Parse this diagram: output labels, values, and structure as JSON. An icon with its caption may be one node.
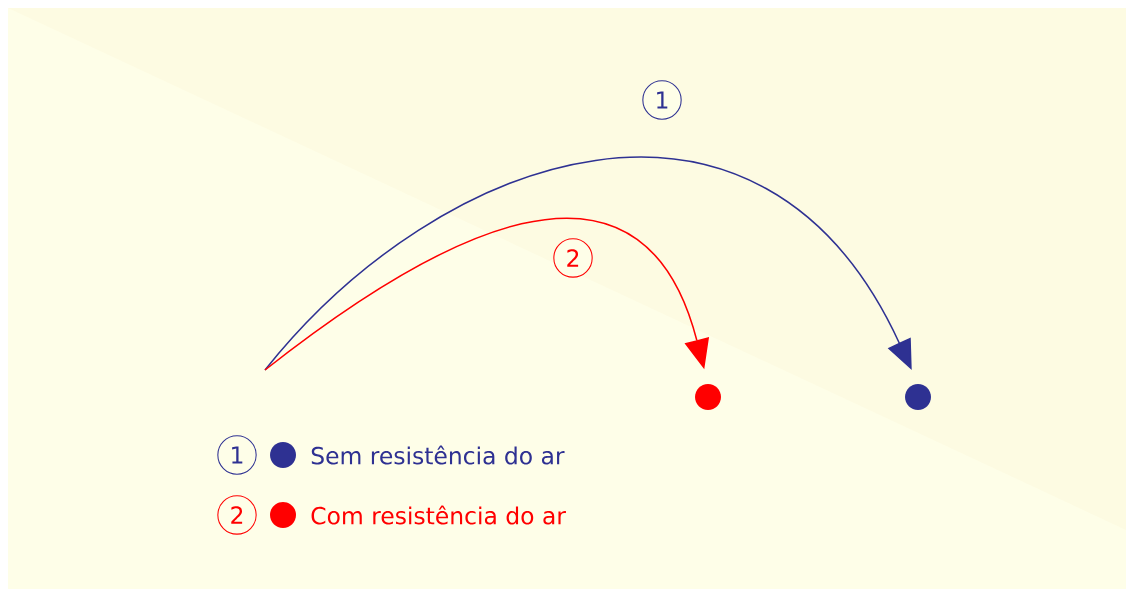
{
  "diagram": {
    "nodes": [
      {
        "text": [],
        "shape": "circle"
      },
      {
        "text": [],
        "shape": "circle"
      }
    ],
    "edges": [
      {
        "from": null,
        "to": 1,
        "arrow": "to",
        "label": "1",
        "color": "#2e3192"
      },
      {
        "from": null,
        "to": 0,
        "arrow": "to",
        "label": "2",
        "color": "#ff0000"
      }
    ],
    "labels": [
      "1",
      "2"
    ],
    "legend": [
      {
        "text": "Sem resistência do ar",
        "color": "#2e3192"
      },
      {
        "text": "Com resistência do ar",
        "color": "#ff0000"
      }
    ]
  }
}
